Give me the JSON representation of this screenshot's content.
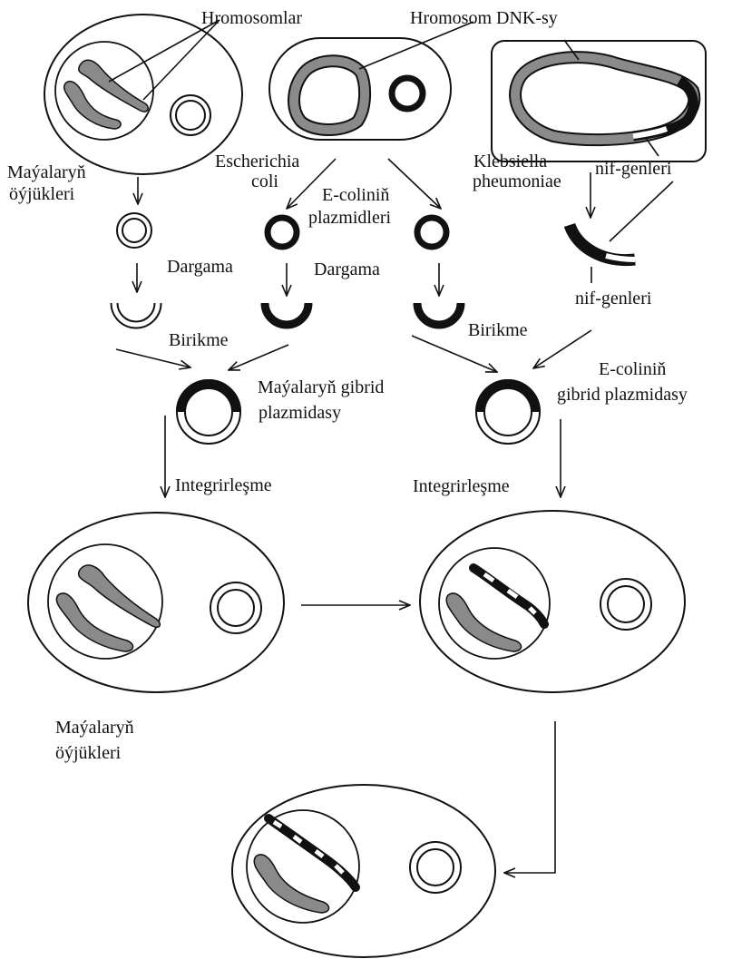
{
  "labels": {
    "hromosomlar": "Hromosomlar",
    "hromosom_dnk": "Hromosom DNK-sy",
    "mayalaryn_oyjukleri_top_1": "Maýalaryň",
    "mayalaryn_oyjukleri_top_2": "öýjükleri",
    "escherichia_1": "Escherichia",
    "escherichia_2": "coli",
    "klebsiella_1": "Klebsiella",
    "klebsiella_2": "pheumoniae",
    "nif_genleri_top": "nif-genleri",
    "ecolin_plazmidleri_1": "E-coliniň",
    "ecolin_plazmidleri_2": "plazmidleri",
    "dargama_left": "Dargama",
    "dargama_mid": "Dargama",
    "nif_genleri_mid": "nif-genleri",
    "birikme_left": "Birikme",
    "birikme_right": "Birikme",
    "mayalaryn_gibrid_1": "Maýalaryň gibrid",
    "mayalaryn_gibrid_2": "plazmidasy",
    "ecolin_gibrid_1": "E-coliniň",
    "ecolin_gibrid_2": "gibrid plazmidasy",
    "integrirlesme_left": "Integrirleşme",
    "integrirlesme_right": "Integrirleşme",
    "mayalaryn_oyjukleri_bottom_1": "Maýalaryň",
    "mayalaryn_oyjukleri_bottom_2": "öýjükleri"
  }
}
